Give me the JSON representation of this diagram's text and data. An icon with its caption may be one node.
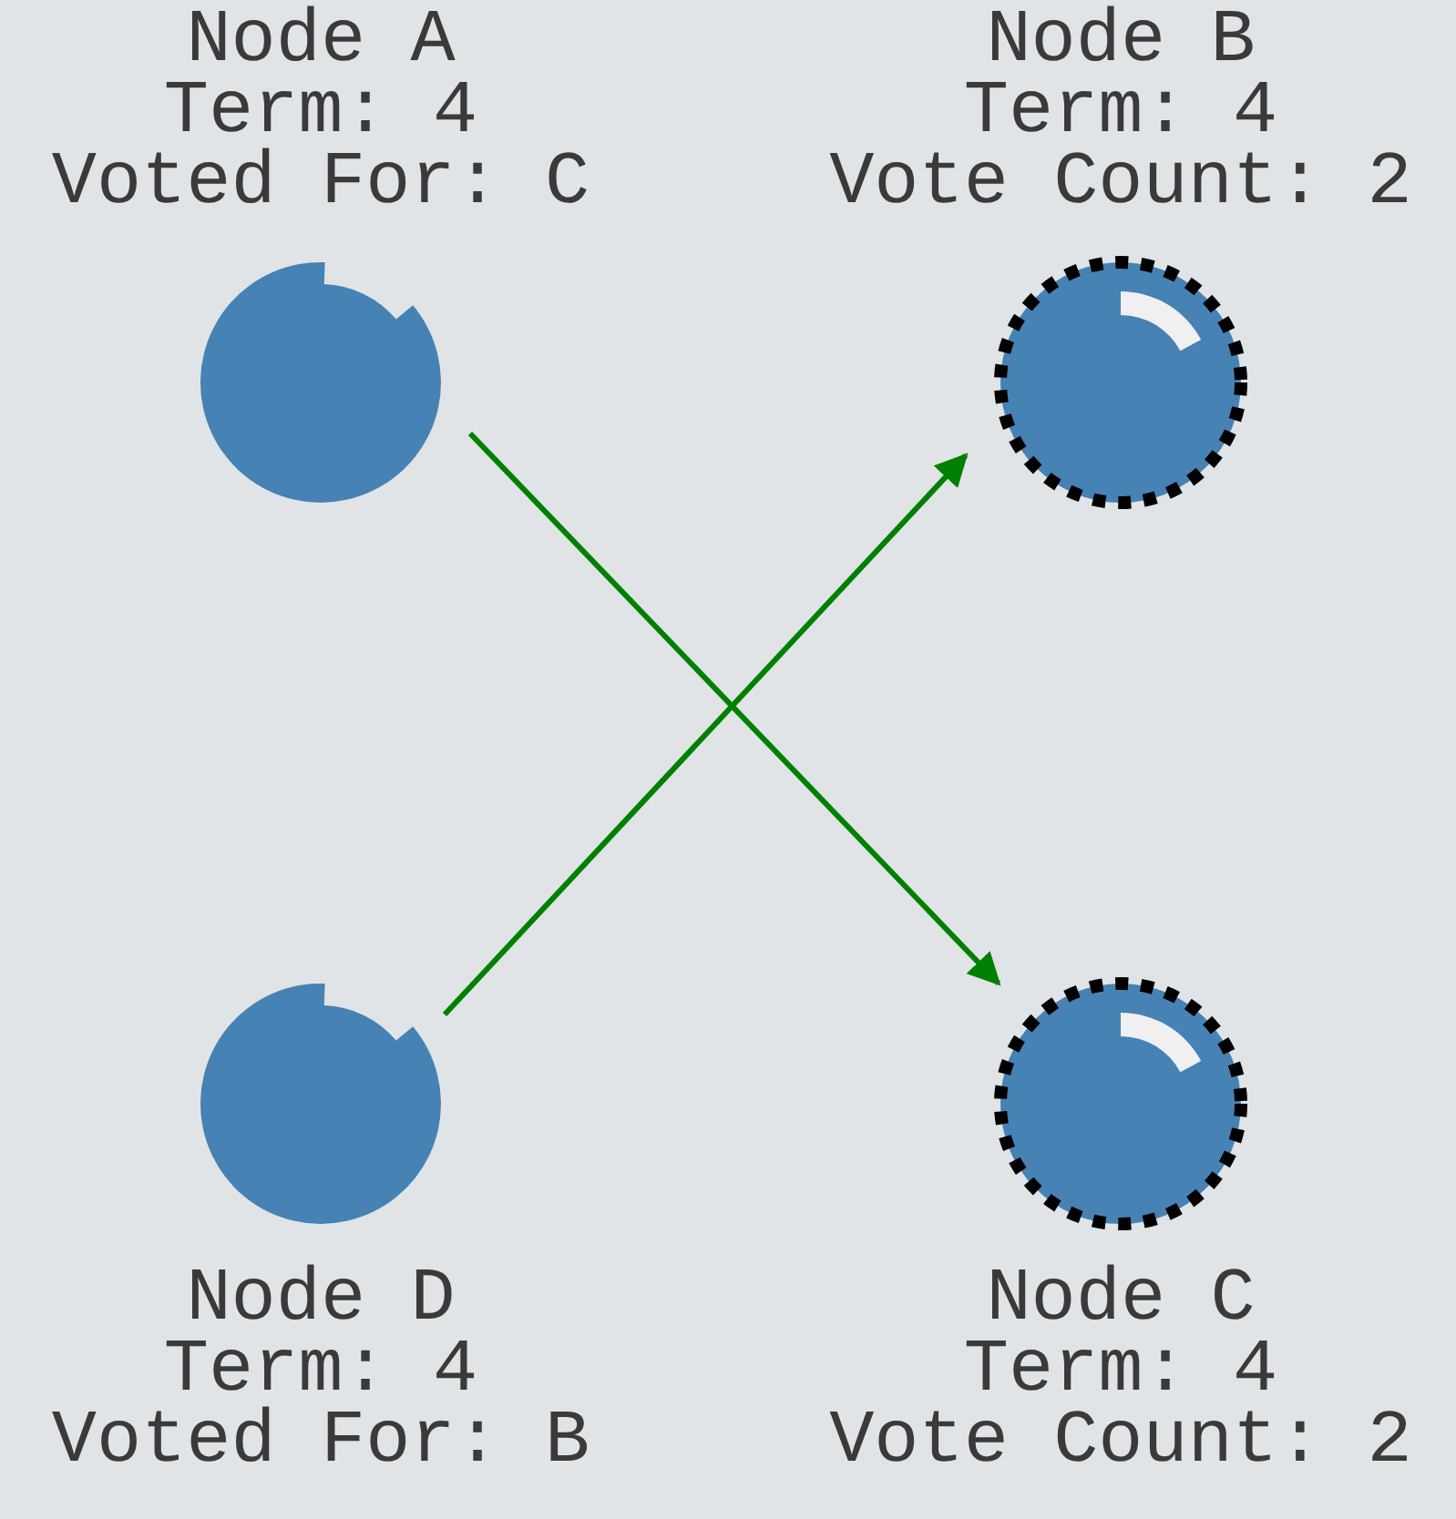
{
  "diagram": {
    "nodes": [
      {
        "text": [
          "Node A",
          "Term: 4",
          "Voted For: C"
        ]
      },
      {
        "text": [
          "Node B",
          "Term: 4",
          "Vote Count: 2"
        ]
      },
      {
        "text": [
          "Node D",
          "Term: 4",
          "Voted For: B"
        ]
      },
      {
        "text": [
          "Node C",
          "Term: 4",
          "Vote Count: 2"
        ]
      }
    ],
    "edges": [
      {
        "from": 0,
        "to": 3,
        "arrow": "to"
      },
      {
        "from": 2,
        "to": 1,
        "arrow": "to"
      }
    ]
  }
}
